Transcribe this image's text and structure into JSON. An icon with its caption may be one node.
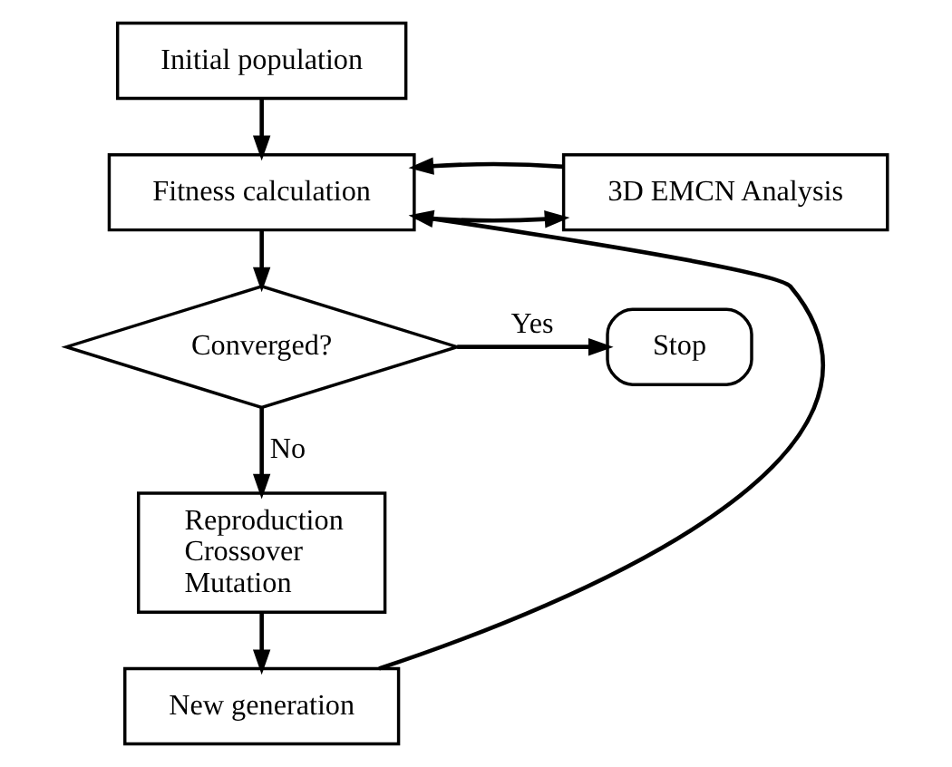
{
  "diagram": {
    "nodes": [
      {
        "text": [
          "Initial population"
        ]
      },
      {
        "text": [
          "Fitness calculation"
        ]
      },
      {
        "text": [
          "3D EMCN Analysis"
        ]
      },
      {
        "text": [
          "Converged?"
        ]
      },
      {
        "text": [
          "Stop"
        ]
      },
      {
        "text": [
          "Reproduction",
          "Crossover",
          "Mutation"
        ]
      },
      {
        "text": [
          "New generation"
        ]
      }
    ],
    "edges": [
      {
        "from": 0,
        "to": 1,
        "arrow": "to"
      },
      {
        "from": 1,
        "to": 2,
        "arrow": "to"
      },
      {
        "from": 2,
        "to": 1,
        "arrow": "to"
      },
      {
        "from": 1,
        "to": 3,
        "arrow": "to"
      },
      {
        "from": 3,
        "to": 4,
        "arrow": "to",
        "label": "Yes"
      },
      {
        "from": 3,
        "to": 5,
        "arrow": "to",
        "label": "No"
      },
      {
        "from": 5,
        "to": 6,
        "arrow": "to"
      },
      {
        "from": 6,
        "to": 1,
        "arrow": "to"
      }
    ]
  }
}
